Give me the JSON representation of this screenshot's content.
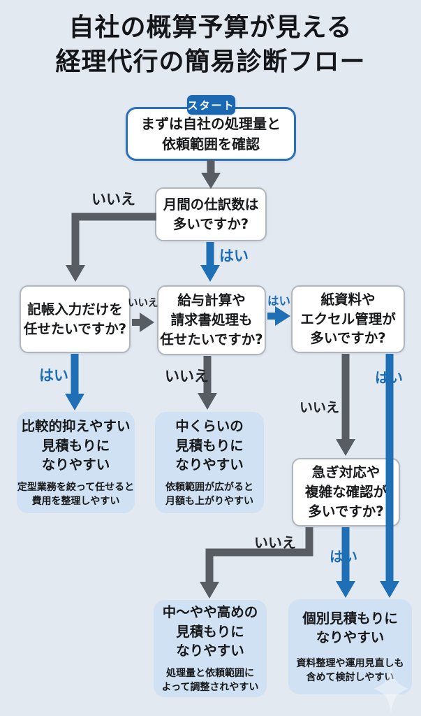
{
  "title": {
    "line1": "自社の概算予算が見える",
    "line2": "経理代行の簡易診断フロー"
  },
  "start_badge": "スタート",
  "nodes": {
    "start": {
      "text": "まずは自社の処理量と\n依頼範囲を確認"
    },
    "q_journal_volume": {
      "text": "月間の仕訳数は\n多いですか?"
    },
    "q_bookkeeping_only": {
      "text": "記帳入力だけを\n任せたいですか?"
    },
    "q_payroll_invoice": {
      "text": "給与計算や\n請求書処理も\n任せたいですか?"
    },
    "q_paper_excel": {
      "text": "紙資料や\nエクセル管理が\n多いですか?"
    },
    "q_urgent_complex": {
      "text": "急ぎ対応や\n複雑な確認が\n多いですか?"
    },
    "result_low": {
      "text": "比較的抑えやすい\n見積もりに\nなりやすい",
      "sub": "定型業務を絞って任せると\n費用を整理しやすい"
    },
    "result_mid": {
      "text": "中くらいの\n見積もりに\nなりやすい",
      "sub": "依頼範囲が広がると\n月額も上がりやすい"
    },
    "result_mid_high": {
      "text": "中〜やや高めの\n見積もりに\nなりやすい",
      "sub": "処理量と依頼範囲に\nよって調整されやすい"
    },
    "result_custom": {
      "text": "個別見積もりに\nなりやすい",
      "sub": "資料整理や運用見直しも\n含めて検討しやすい"
    }
  },
  "edge_labels": {
    "journal_no": "いいえ",
    "journal_yes": "はい",
    "bookkeeping_no": "いいえ",
    "bookkeeping_yes": "はい",
    "payroll_yes": "はい",
    "payroll_no": "いいえ",
    "paper_no": "いいえ",
    "paper_yes": "はい",
    "urgent_no": "いいえ",
    "urgent_yes": "はい"
  },
  "colors": {
    "background": "#e3e9f1",
    "accent_blue": "#1d6db5",
    "arrow_gray": "#585d63",
    "result_box_bg": "#cfe1f2",
    "question_border": "#b0b6bd",
    "start_border": "#2b71b7",
    "badge_bg": "#1a69b2",
    "text_dark": "#17181a"
  }
}
